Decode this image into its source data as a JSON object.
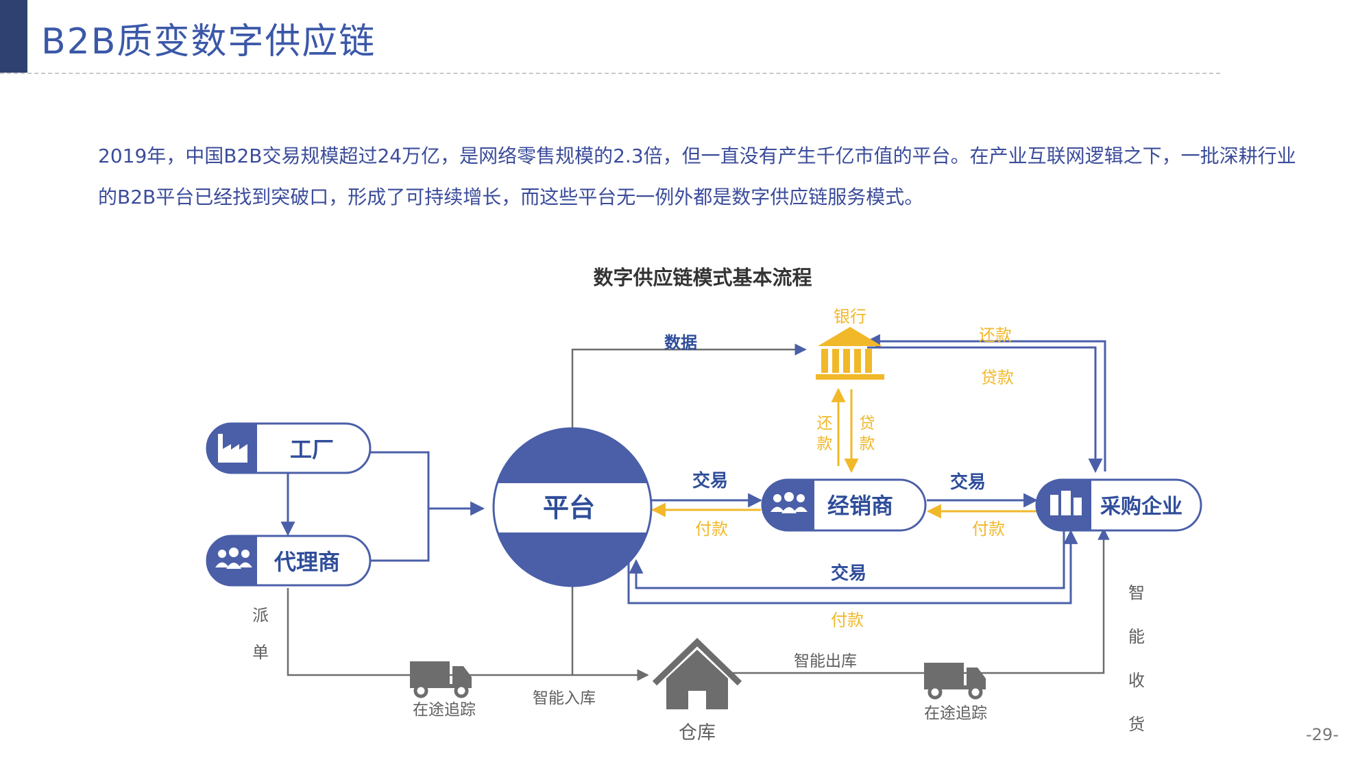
{
  "header": {
    "title": "B2B质变数字供应链"
  },
  "intro": {
    "text": "2019年，中国B2B交易规模超过24万亿，是网络零售规模的2.3倍，但一直没有产生千亿市值的平台。在产业互联网逻辑之下，一批深耕行业的B2B平台已经找到突破口，形成了可持续增长，而这些平台无一例外都是数字供应链服务模式。"
  },
  "diagram": {
    "title": "数字供应链模式基本流程",
    "nodes": {
      "factory": "工厂",
      "agent": "代理商",
      "platform": "平台",
      "distributor": "经销商",
      "buyer": "采购企业",
      "bank": "银行",
      "warehouse": "仓库"
    },
    "labels": {
      "data": "数据",
      "repay_top": "还款",
      "loan_top": "贷款",
      "repay_v1": "还",
      "repay_v2": "款",
      "loan_v1": "贷",
      "loan_v2": "款",
      "trade1": "交易",
      "pay1": "付款",
      "trade2": "交易",
      "pay2": "付款",
      "trade3": "交易",
      "pay3": "付款",
      "dispatch1": "派",
      "dispatch2": "单",
      "tracking1": "在途追踪",
      "warehousing_in": "智能入库",
      "warehousing_out": "智能出库",
      "tracking2": "在途追踪",
      "smart_receive1": "智",
      "smart_receive2": "能",
      "smart_receive3": "收",
      "smart_receive4": "货"
    },
    "icons": {
      "factory": "factory-icon",
      "agent": "people-icon",
      "distributor": "people-icon",
      "buyer": "building-icon",
      "bank": "bank-icon",
      "warehouse": "house-icon",
      "truck": "truck-icon"
    },
    "colors": {
      "primary": "#4a5fa8",
      "gold": "#f1b829",
      "grey": "#6d6d6d",
      "title": "#3b58a8"
    }
  },
  "page": {
    "number": "-29-"
  }
}
